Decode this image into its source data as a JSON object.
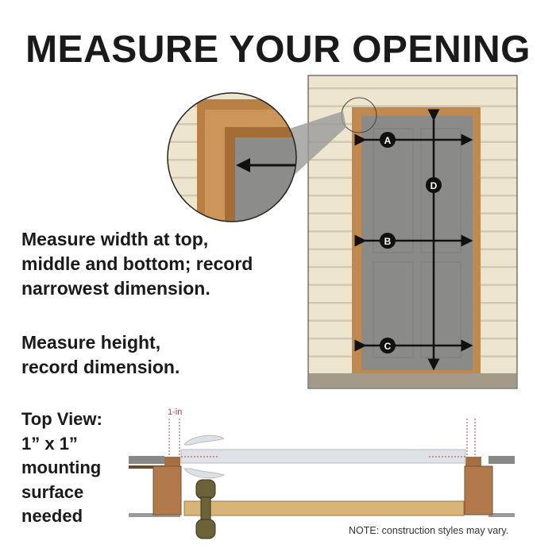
{
  "title": "MEASURE YOUR OPENING",
  "instructions": {
    "width": [
      "Measure width at top,",
      "middle and bottom; record",
      "narrowest dimension."
    ],
    "height": [
      "Measure height,",
      "record dimension."
    ],
    "top_view": [
      "Top View:",
      "1” x 1”",
      "mounting",
      "surface",
      "needed"
    ]
  },
  "door_labels": {
    "a": "A",
    "b": "B",
    "c": "C",
    "d": "D"
  },
  "diagram": {
    "dimension_label": "1-in",
    "note": "NOTE: construction styles may vary."
  },
  "colors": {
    "siding": "#ece4cc",
    "trim": "#c08a4e",
    "door": "#8a8a88",
    "dimension": "#b0404a"
  }
}
